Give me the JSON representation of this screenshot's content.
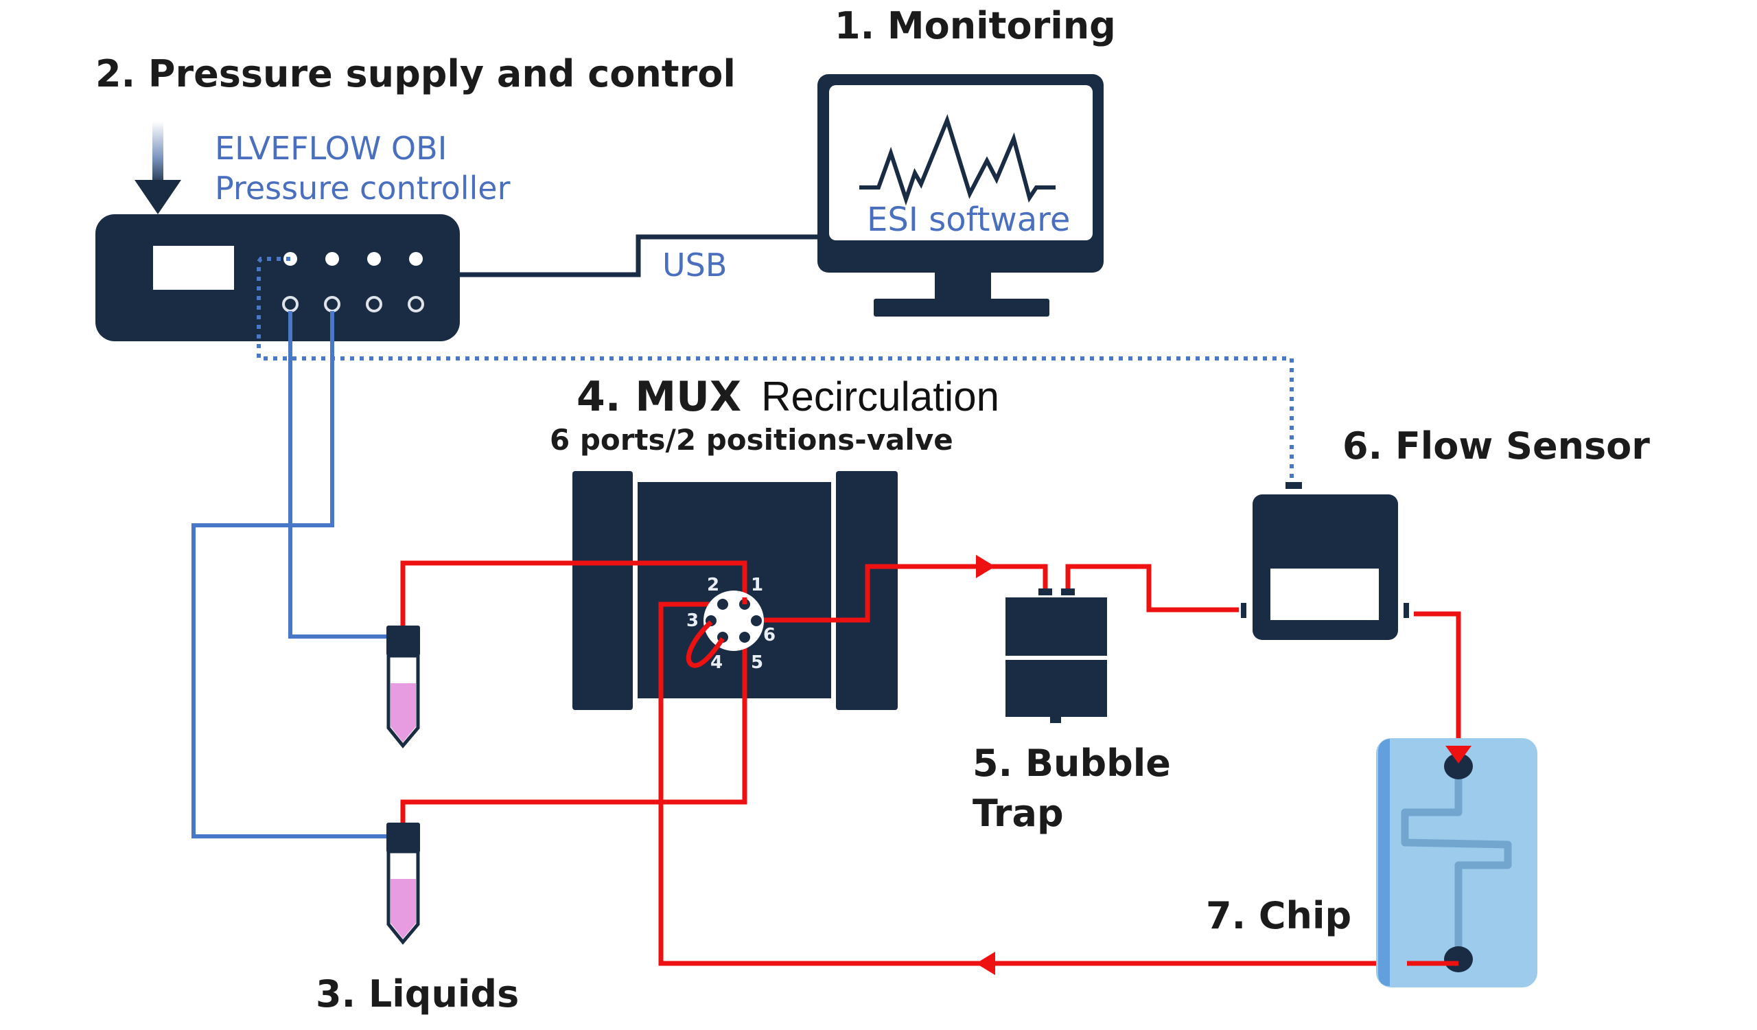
{
  "colors": {
    "device": "#1a2b44",
    "air_line": "#4a78c8",
    "liquid_line": "#ee1111",
    "label_blue": "#4a6fbf",
    "label_dark": "#1b1b1b",
    "liquid_fill": "#e79be0",
    "chip_fill": "#9ccbec",
    "chip_channel": "#72a6cf",
    "chip_edge": "#4f90d8",
    "screen": "#ffffff"
  },
  "labels": {
    "monitoring": "1. Monitoring",
    "pressure": "2. Pressure supply and control",
    "liquids": "3. Liquids",
    "mux_prefix": "4. MUX",
    "mux_suffix": "Recirculation",
    "mux_sub": "6 ports/2 positions-valve",
    "bubble_line1": "5. Bubble",
    "bubble_line2": "Trap",
    "flow_sensor": "6. Flow Sensor",
    "chip": "7. Chip"
  },
  "devices": {
    "obi_name": "ELVEFLOW OBI",
    "obi_desc": "Pressure controller",
    "usb": "USB",
    "software": "ESI software"
  },
  "valve_ports": [
    "1",
    "2",
    "3",
    "4",
    "5",
    "6"
  ],
  "icons": {
    "pressure_input": "down-arrow-icon",
    "monitor": "monitor-icon",
    "signal": "waveform-icon",
    "tube": "falcon-tube-icon",
    "valve": "rotary-valve-icon",
    "bubble_trap": "bubble-trap-icon",
    "flow_sensor": "flow-sensor-icon",
    "chip": "microfluidic-chip-icon"
  }
}
